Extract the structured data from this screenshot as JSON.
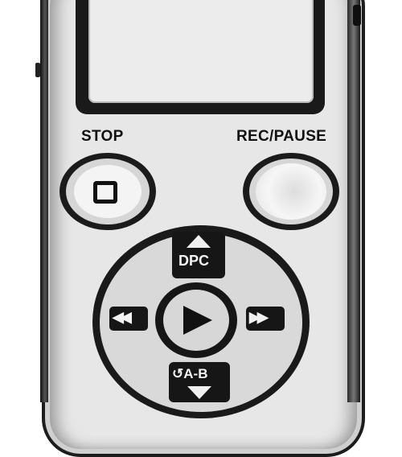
{
  "device": {
    "stop_label": "STOP",
    "rec_label": "REC/PAUSE",
    "dpc_label": "DPC",
    "ab_label": "A-B",
    "icons": {
      "stop": "stop-square-icon",
      "play": "play-icon",
      "rewind": "rewind-icon",
      "fast_forward": "fast-forward-icon",
      "up": "up-triangle-icon",
      "down": "down-triangle-icon"
    },
    "glyphs": {
      "rewind": "◀◀",
      "fast_forward": "▶▶",
      "ab_prefix": "↺"
    }
  }
}
